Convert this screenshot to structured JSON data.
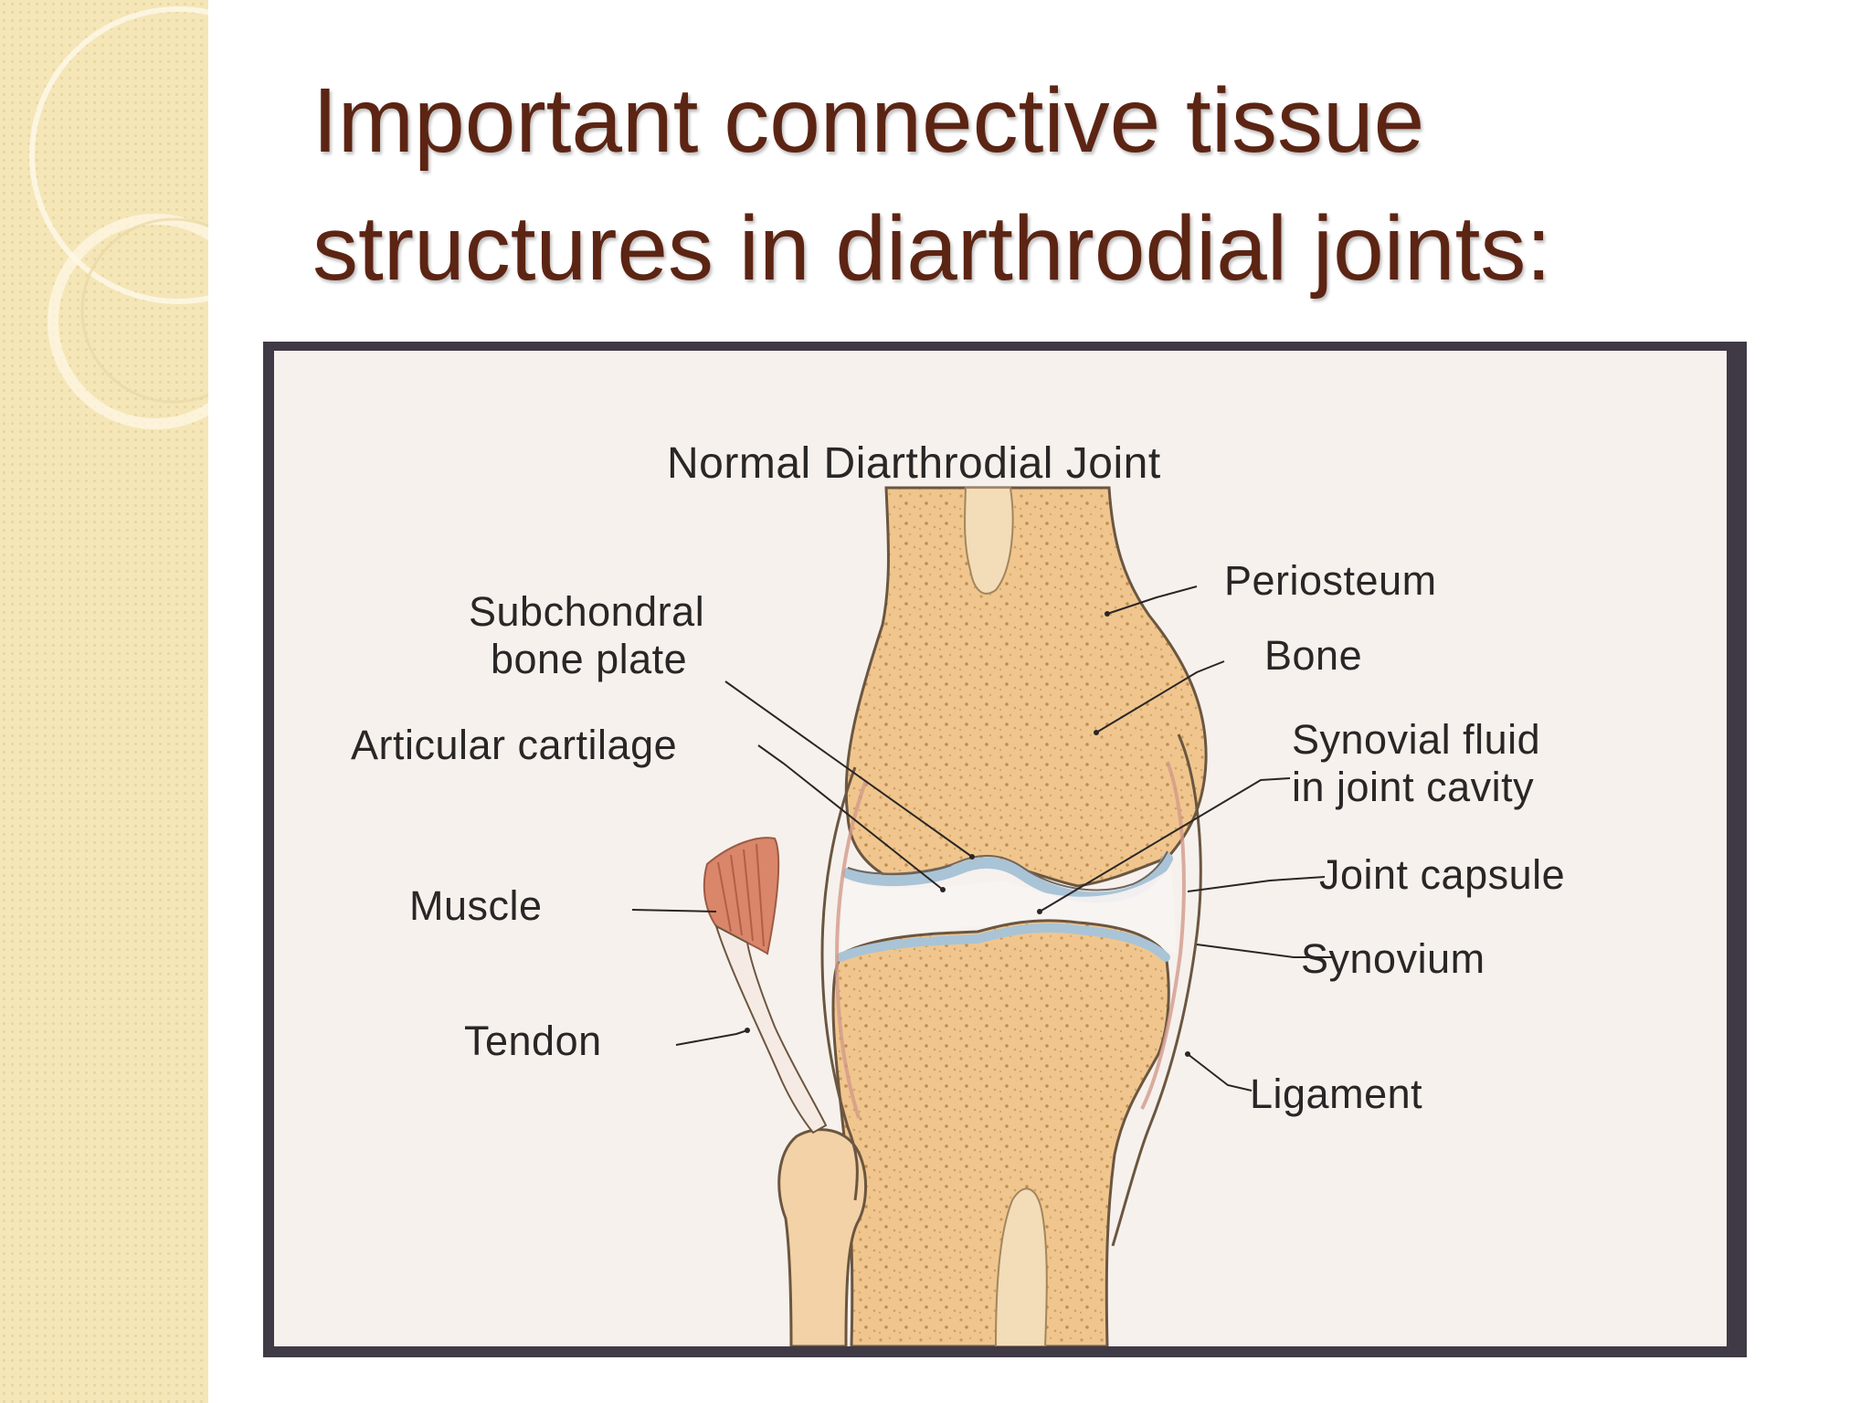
{
  "slide": {
    "title_lines": [
      "Important connective tissue",
      "structures in diarthrodial joints:"
    ]
  },
  "figure": {
    "title": "Normal Diarthrodial Joint",
    "labels": {
      "subchondral": [
        "Subchondral",
        "bone plate"
      ],
      "articular_cartilage": "Articular cartilage",
      "muscle": "Muscle",
      "tendon": "Tendon",
      "periosteum": "Periosteum",
      "bone": "Bone",
      "synovial_fluid": [
        "Synovial fluid",
        "in joint cavity"
      ],
      "joint_capsule": "Joint capsule",
      "synovium": "Synovium",
      "ligament": "Ligament"
    }
  },
  "colors": {
    "title_text": "#5c2413",
    "sidebar_bg": "#f5e6b8",
    "frame": "#3f3a45",
    "figure_bg": "#f6f1ed",
    "bone": "#f0c78f",
    "cartilage": "#a9c4d6",
    "muscle": "#d9866a"
  }
}
